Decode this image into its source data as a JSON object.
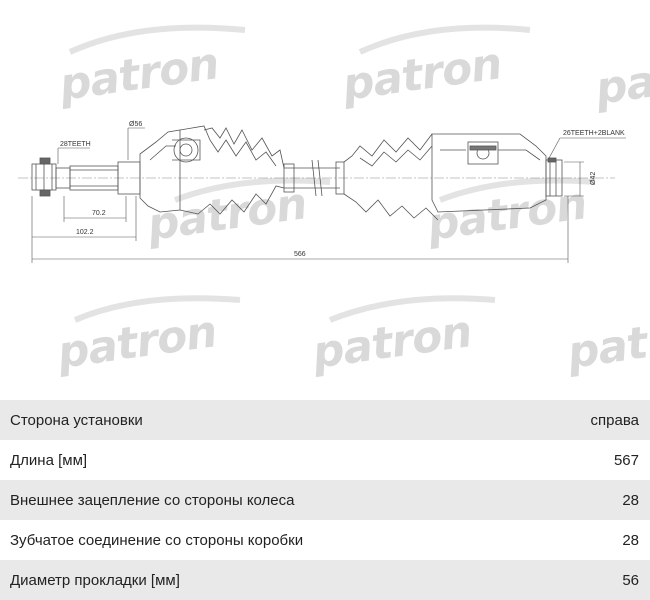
{
  "watermark": {
    "brand": "patron"
  },
  "drawing": {
    "dims": {
      "outer_spline": "28TEETH",
      "cv_diameter": "Ø56",
      "inner_spline": "26TEETH+2BLANK",
      "inner_diameter": "Ø42",
      "spline_len": "70.2",
      "hub_len": "102.2",
      "total_len": "566"
    }
  },
  "specs": [
    {
      "label": "Сторона установки",
      "value": "справа"
    },
    {
      "label": "Длина [мм]",
      "value": "567"
    },
    {
      "label": "Внешнее зацепление со стороны колеса",
      "value": "28"
    },
    {
      "label": "Зубчатое соединение со стороны коробки",
      "value": "28"
    },
    {
      "label": "Диаметр прокладки [мм]",
      "value": "56"
    }
  ]
}
